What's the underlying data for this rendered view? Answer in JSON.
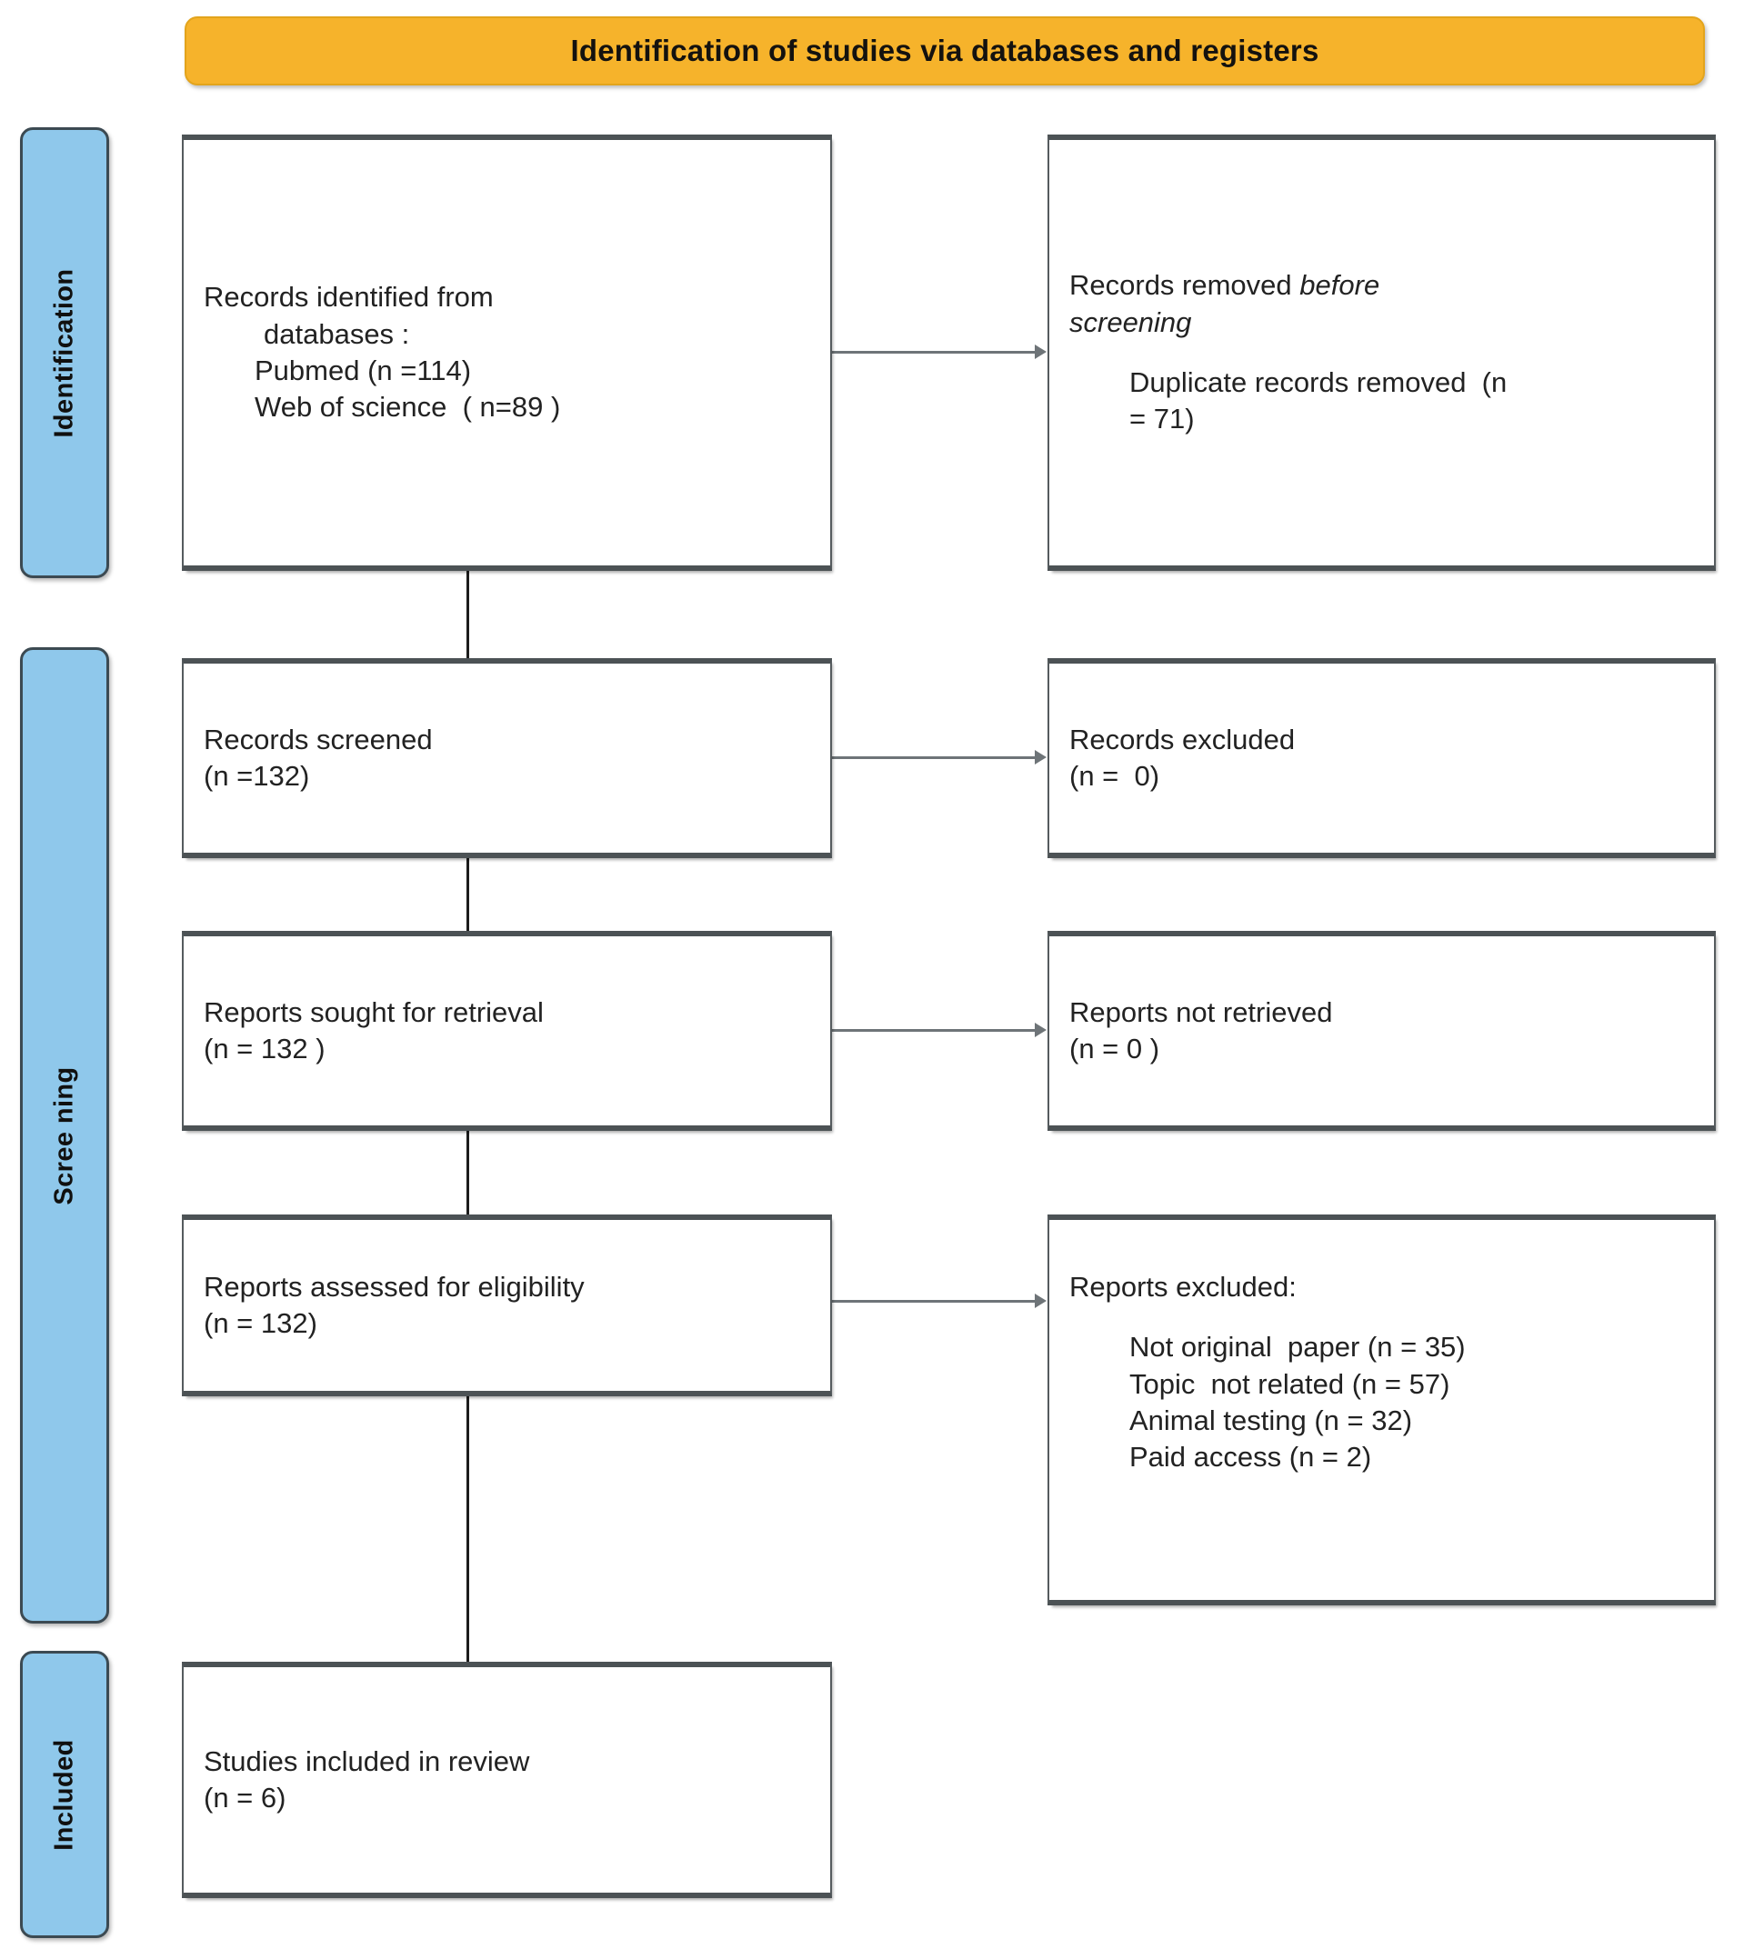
{
  "header": {
    "title": "Identification of studies via databases and registers"
  },
  "stages": [
    {
      "id": "identification",
      "label": "Identification"
    },
    {
      "id": "screening",
      "label": "Scree ning"
    },
    {
      "id": "included",
      "label": "Included"
    }
  ],
  "boxes": {
    "identified": {
      "line1": "Records identified from",
      "line2": "databases :",
      "line3": "Pubmed (n =114)",
      "line4": "Web of science  ( n=89 )"
    },
    "removed": {
      "line1": "Records removed ",
      "line1_italic": "before",
      "line2_italic": "screening",
      "line3": "Duplicate records removed  (n",
      "line4": "= 71)"
    },
    "screened": {
      "line1": "Records screened",
      "line2": "(n =132)"
    },
    "records_excluded": {
      "line1": "Records excluded",
      "line2": "(n =  0)"
    },
    "sought": {
      "line1": "Reports sought for retrieval",
      "line2": "(n = 132 )"
    },
    "not_retrieved": {
      "line1": "Reports not retrieved",
      "line2": "(n = 0 )"
    },
    "assessed": {
      "line1": "Reports assessed for eligibility",
      "line2": "(n = 132)"
    },
    "reports_excluded": {
      "heading": "Reports excluded:",
      "reasons": [
        "Not original  paper (n = 35)",
        "Topic  not related (n = 57)",
        "Animal testing (n = 32)",
        "Paid access (n = 2)"
      ]
    },
    "included": {
      "line1": "Studies included in review",
      "line2": "(n = 6)"
    }
  },
  "colors": {
    "banner": "#F6B32B",
    "rail": "#8FC8EB",
    "box_border": "#4c5255",
    "connector": "#6e7478",
    "text": "#222222"
  },
  "chart_data": {
    "type": "flowchart",
    "title": "Identification of studies via databases and registers",
    "nodes": [
      {
        "id": "identified",
        "stage": "Identification",
        "column": "left",
        "label": "Records identified from databases :",
        "counts": {
          "Pubmed": 114,
          "Web of science": 89
        }
      },
      {
        "id": "removed",
        "stage": "Identification",
        "column": "right",
        "label": "Records removed before screening",
        "counts": {
          "Duplicate records removed": 71
        }
      },
      {
        "id": "screened",
        "stage": "Screening",
        "column": "left",
        "label": "Records screened",
        "n": 132
      },
      {
        "id": "records_excluded",
        "stage": "Screening",
        "column": "right",
        "label": "Records excluded",
        "n": 0
      },
      {
        "id": "sought",
        "stage": "Screening",
        "column": "left",
        "label": "Reports sought for retrieval",
        "n": 132
      },
      {
        "id": "not_retrieved",
        "stage": "Screening",
        "column": "right",
        "label": "Reports not retrieved",
        "n": 0
      },
      {
        "id": "assessed",
        "stage": "Screening",
        "column": "left",
        "label": "Reports assessed for eligibility",
        "n": 132
      },
      {
        "id": "reports_excluded",
        "stage": "Screening",
        "column": "right",
        "label": "Reports excluded:",
        "counts": {
          "Not original paper": 35,
          "Topic not related": 57,
          "Animal testing": 32,
          "Paid access": 2
        }
      },
      {
        "id": "included",
        "stage": "Included",
        "column": "left",
        "label": "Studies included in review",
        "n": 6
      }
    ],
    "edges": [
      {
        "from": "identified",
        "to": "removed",
        "direction": "right"
      },
      {
        "from": "identified",
        "to": "screened",
        "direction": "down"
      },
      {
        "from": "screened",
        "to": "records_excluded",
        "direction": "right"
      },
      {
        "from": "screened",
        "to": "sought",
        "direction": "down"
      },
      {
        "from": "sought",
        "to": "not_retrieved",
        "direction": "right"
      },
      {
        "from": "sought",
        "to": "assessed",
        "direction": "down"
      },
      {
        "from": "assessed",
        "to": "reports_excluded",
        "direction": "right"
      },
      {
        "from": "assessed",
        "to": "included",
        "direction": "down"
      }
    ]
  }
}
